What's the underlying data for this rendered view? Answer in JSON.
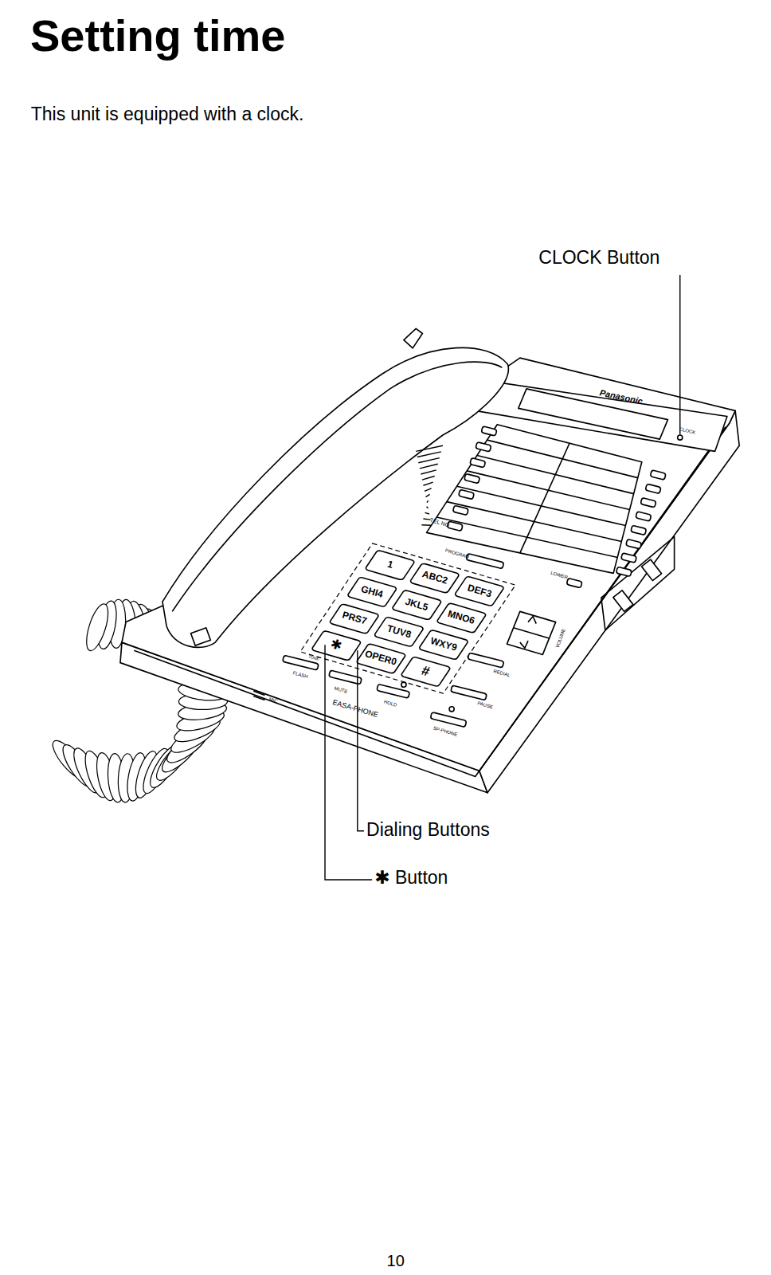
{
  "diagram": {
    "title": "Setting time",
    "labels": [
      "This unit is equipped with a clock.",
      "CLOCK Button",
      "Dialing Buttons",
      "✱ Button",
      "10",
      "Panasonic",
      "CLOCK",
      "TEL NO",
      "PROGRAM",
      "LOWER",
      "1",
      "ABC2",
      "DEF3",
      "GHI4",
      "JKL5",
      "MNO6",
      "PRS7",
      "TUV8",
      "WXY9",
      "✱",
      "OPER0",
      "#",
      "VOLUME",
      "REDIAL",
      "PAUSE",
      "FLASH",
      "MIC",
      "MUTE",
      "HOLD",
      "SP-PHONE",
      "EASA-PHONE",
      "TONE"
    ]
  }
}
